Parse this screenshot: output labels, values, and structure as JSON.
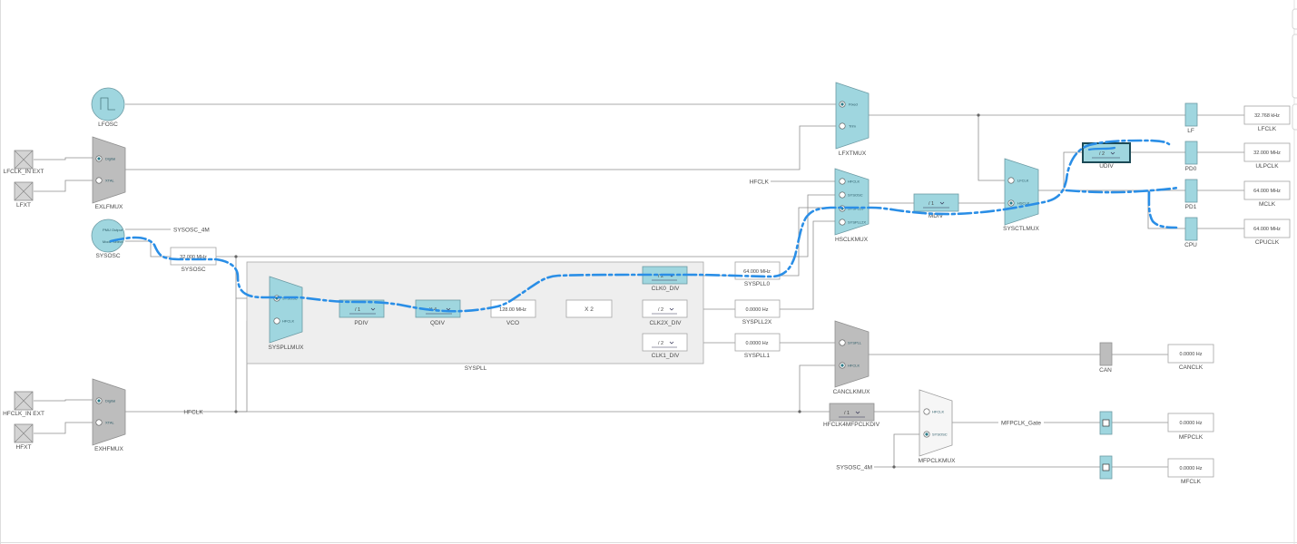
{
  "colors": {
    "teal": "#9fd6df",
    "grey": "#bdbdbd",
    "panel": "#eeeeee",
    "annotation": "#2a8ee6"
  },
  "sources": {
    "lfosc": "LFOSC",
    "sysosc": "SYSOSC",
    "lfclk_in_ext": "LFCLK_IN EXT",
    "lfxt": "LFXT",
    "hfclk_in_ext": "HFCLK_IN EXT",
    "hfxt": "HFXT"
  },
  "mux_labels": {
    "exlfmux": "EXLFMUX",
    "exhfmux": "EXHFMUX",
    "syspllmux": "SYSPLLMUX",
    "lfxtmux": "LFXTMUX",
    "hsclkmux": "HSCLKMUX",
    "sysctlmux": "SYSCTLMUX",
    "canclkmux": "CANCLKMUX",
    "mfpclkmux": "MFPCLKMUX"
  },
  "mux_inputs": {
    "digital": "Digital",
    "xtal": "XTAL",
    "sysosc": "SYSOSC",
    "hfclk": "HFCLK",
    "fixed": "Fixed",
    "trim": "Trim",
    "syspll0": "SYSPLL0",
    "syspll2x": "SYSPLL2X",
    "lfclk": "LFCLK",
    "hsclk": "HSCLK",
    "syspll": "SYSPLL",
    "pmu_output": "PMU Output",
    "mode_select": "Mode Select"
  },
  "dividers": {
    "pdiv": {
      "label": "PDIV",
      "value": "/ 1"
    },
    "qdiv": {
      "label": "QDIV",
      "value": "X 4"
    },
    "clk0_div": {
      "label": "CLK0_DIV",
      "value": "/ 2"
    },
    "clk2x_div": {
      "label": "CLK2X_DIV",
      "value": "/ 2"
    },
    "clk1_div": {
      "label": "CLK1_DIV",
      "value": "/ 2"
    },
    "mdiv": {
      "label": "MDIV",
      "value": "/ 1"
    },
    "udiv": {
      "label": "UDIV",
      "value": "/ 2"
    },
    "hfclk4mfpclkdiv": {
      "label": "HFCLK4MFPCLKDIV",
      "value": "/ 1"
    },
    "x2": "X 2"
  },
  "vco": {
    "label": "VCO",
    "value": "128.00 MHz"
  },
  "sysosc_freq": {
    "label": "SYSOSC",
    "value": "32.000 MHz"
  },
  "syspll": {
    "panel_label": "SYSPLL",
    "syspll0": {
      "label": "SYSPLL0",
      "value": "64.000 MHz"
    },
    "syspll2x": {
      "label": "SYSPLL2X",
      "value": "0.0000 Hz"
    },
    "syspll1": {
      "label": "SYSPLL1",
      "value": "0.0000 Hz"
    }
  },
  "nets": {
    "hfclk": "HFCLK",
    "hfclk_in": "HFCLK",
    "sysosc_4m_top": "SYSOSC_4M",
    "sysosc_4m_bottom": "SYSOSC_4M",
    "mfpclk_gate": "MFPCLK_Gate"
  },
  "gates": {
    "lf": "LF",
    "pd0": "PD0",
    "pd1": "PD1",
    "cpu": "CPU",
    "can": "CAN"
  },
  "outputs": {
    "lfclk": {
      "label": "LFCLK",
      "value": "32.768 kHz"
    },
    "ulpclk": {
      "label": "ULPCLK",
      "value": "32.000 MHz"
    },
    "mclk": {
      "label": "MCLK",
      "value": "64.000 MHz"
    },
    "cpuclk": {
      "label": "CPUCLK",
      "value": "64.000 MHz"
    },
    "canclk": {
      "label": "CANCLK",
      "value": "0.0000 Hz"
    },
    "mfpclk": {
      "label": "MFPCLK",
      "value": "0.0000 Hz"
    },
    "mfclk": {
      "label": "MFCLK",
      "value": "0.0000 Hz"
    }
  }
}
